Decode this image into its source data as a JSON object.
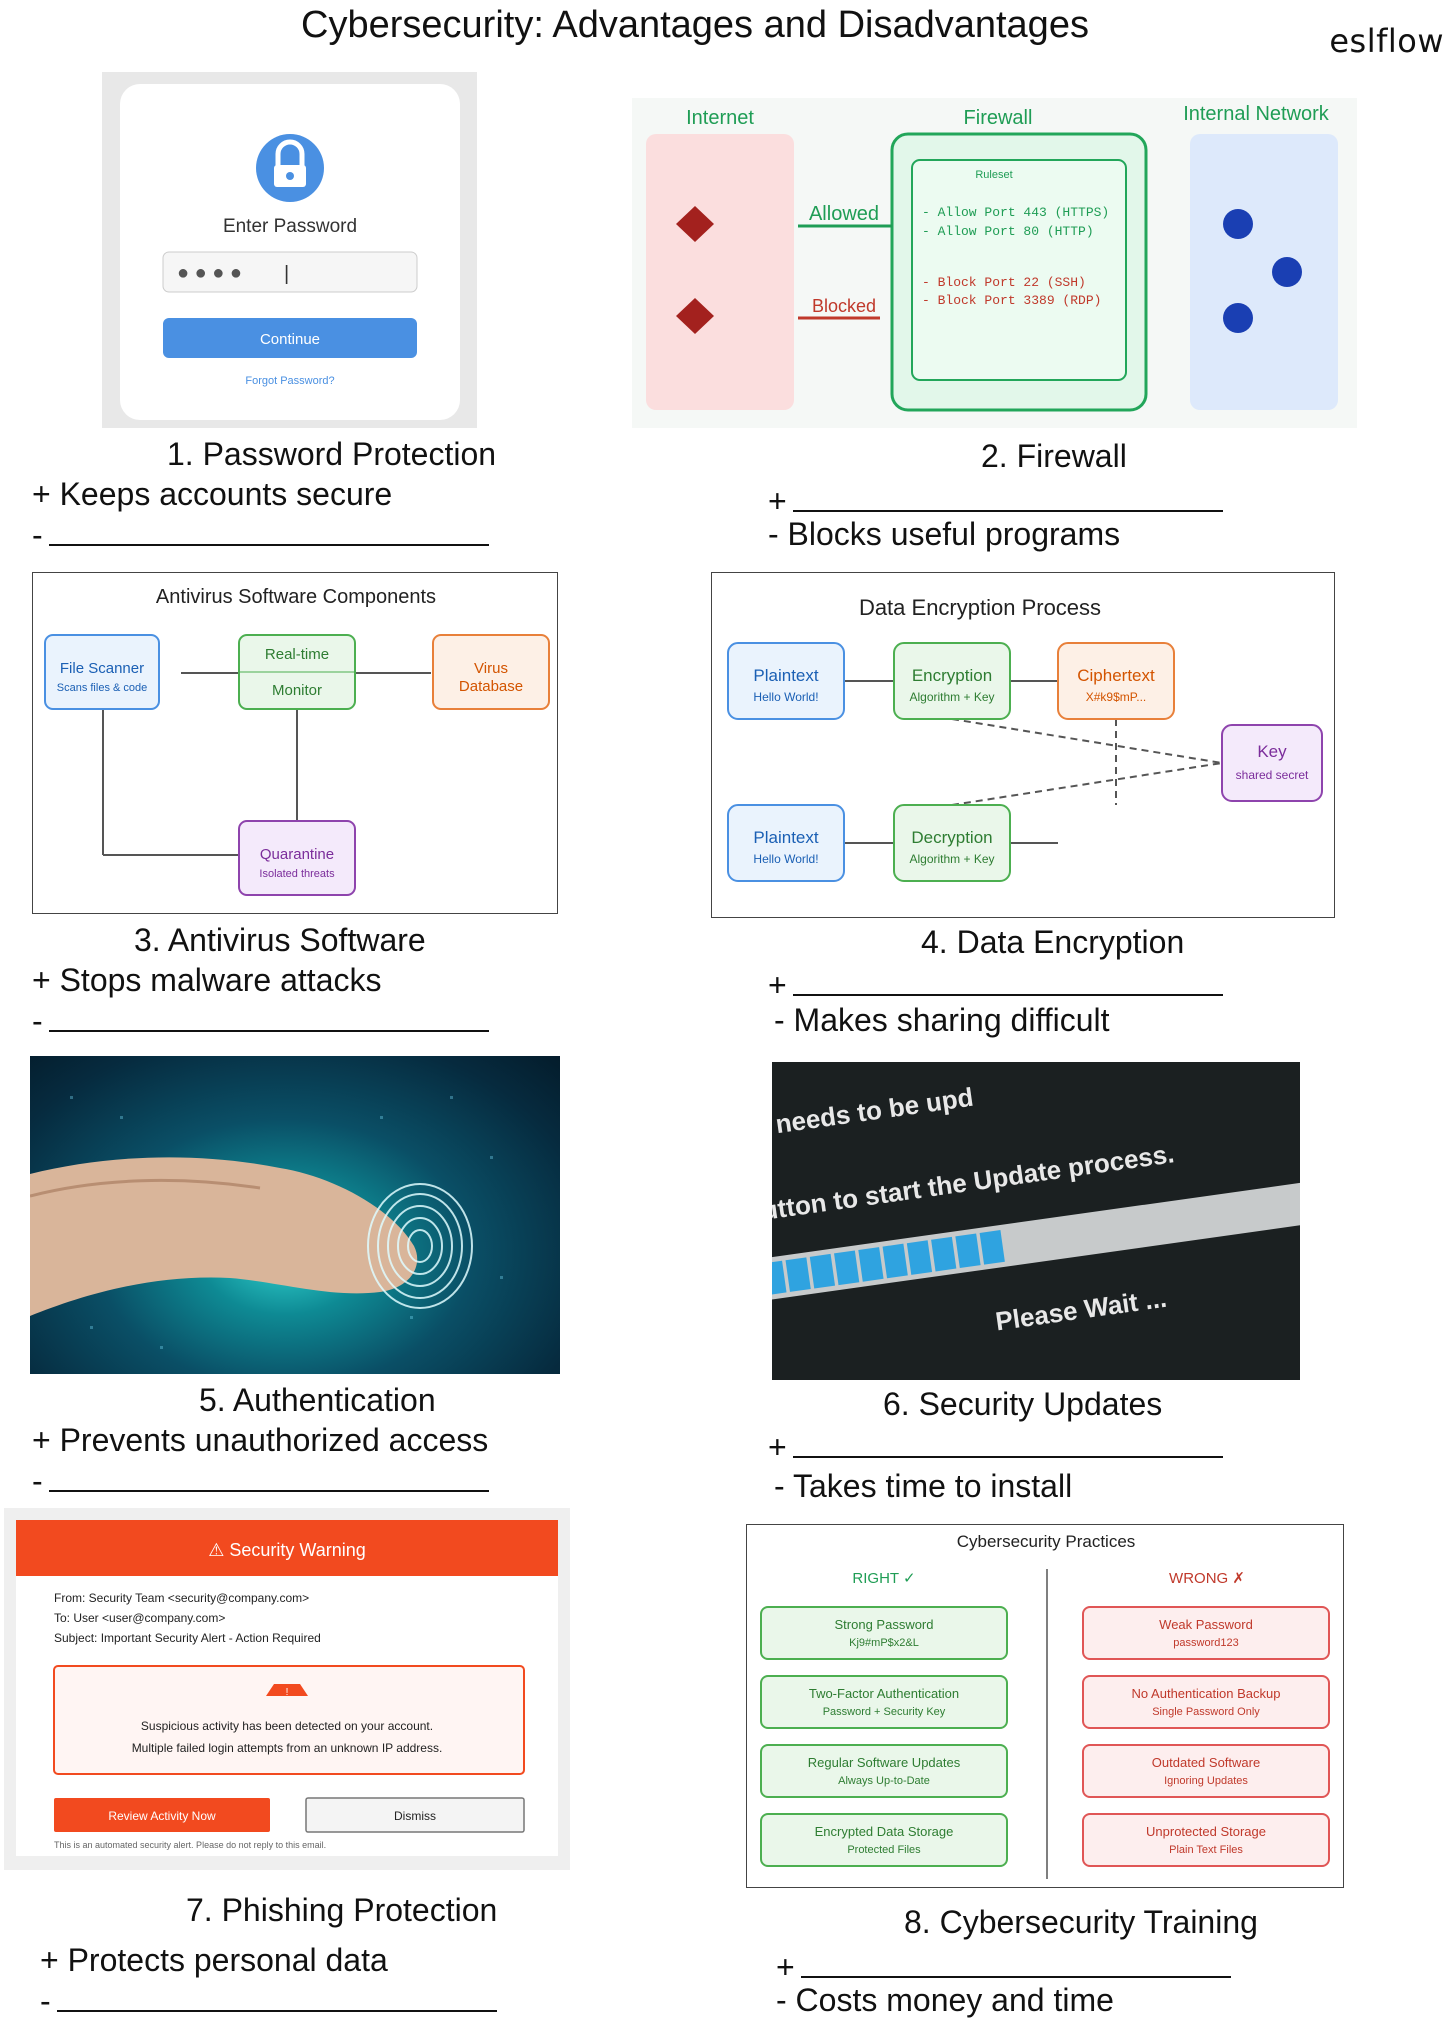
{
  "header": {
    "title": "Cybersecurity: Advantages and Disadvantages",
    "brand": "eslflow"
  },
  "items": [
    {
      "caption": "1. Password Protection",
      "plus": "Keeps accounts secure",
      "minus": ""
    },
    {
      "caption": "2. Firewall",
      "plus": "",
      "minus": "Blocks useful programs"
    },
    {
      "caption": "3. Antivirus Software",
      "plus": "Stops malware attacks",
      "minus": ""
    },
    {
      "caption": "4. Data Encryption",
      "plus": "",
      "minus": "Makes sharing difficult"
    },
    {
      "caption": "5. Authentication",
      "plus": "Prevents unauthorized access",
      "minus": ""
    },
    {
      "caption": "6. Security Updates",
      "plus": "",
      "minus": "Takes time to install"
    },
    {
      "caption": "7. Phishing Protection",
      "plus": "Protects personal data",
      "minus": ""
    },
    {
      "caption": "8. Cybersecurity Training",
      "plus": "",
      "minus": "Costs money and time"
    }
  ],
  "symbols": {
    "plus": "+",
    "minus": "-"
  },
  "password_fig": {
    "heading": "Enter Password",
    "dots": "● ● ● ●",
    "cursor": "|",
    "button": "Continue",
    "link": "Forgot Password?"
  },
  "firewall_fig": {
    "internet": "Internet",
    "firewall": "Firewall",
    "internal": "Internal Network",
    "allowed": "Allowed",
    "blocked": "Blocked",
    "ruleset": "Ruleset",
    "rule1": "- Allow Port 443 (HTTPS)",
    "rule2": "- Allow Port 80 (HTTP)",
    "rule3": "- Block Port 22 (SSH)",
    "rule4": "- Block Port 3389 (RDP)"
  },
  "antivirus_fig": {
    "title": "Antivirus Software Components",
    "scanner": "File Scanner",
    "scanner_sub": "Scans files & code",
    "realtime": "Real-time",
    "monitor": "Monitor",
    "virus": "Virus",
    "database": "Database",
    "quarantine": "Quarantine",
    "quarantine_sub": "Isolated threats"
  },
  "encryption_fig": {
    "title": "Data Encryption Process",
    "plain1": "Plaintext",
    "plain1_sub": "Hello World!",
    "enc": "Encryption",
    "enc_sub": "Algorithm + Key",
    "cipher": "Ciphertext",
    "cipher_sub": "X#k9$mP...",
    "key": "Key",
    "key_sub": "shared secret",
    "plain2": "Plaintext",
    "plain2_sub": "Hello World!",
    "dec": "Decryption",
    "dec_sub": "Algorithm + Key"
  },
  "update_fig": {
    "line1": "e needs to be upd",
    "line2": "utton to start the Update process.",
    "wait": "Please Wait ...",
    "progress": 0.6
  },
  "phishing_fig": {
    "banner": "⚠ Security Warning",
    "from": "From: Security Team <security@company.com>",
    "to": "To: User <user@company.com>",
    "subject": "Subject: Important Security Alert - Action Required",
    "alert1": "Suspicious activity has been detected on your account.",
    "alert2": "Multiple failed login attempts from an unknown IP address.",
    "review": "Review Activity Now",
    "dismiss": "Dismiss",
    "footer": "This is an automated security alert. Please do not reply to this email."
  },
  "training_fig": {
    "title": "Cybersecurity Practices",
    "right": "RIGHT ✓",
    "wrong": "WRONG ✗",
    "right_items": [
      {
        "main": "Strong Password",
        "sub": "Kj9#mP$x2&L"
      },
      {
        "main": "Two-Factor Authentication",
        "sub": "Password + Security Key"
      },
      {
        "main": "Regular Software Updates",
        "sub": "Always Up-to-Date"
      },
      {
        "main": "Encrypted Data Storage",
        "sub": "Protected Files"
      }
    ],
    "wrong_items": [
      {
        "main": "Weak Password",
        "sub": "password123"
      },
      {
        "main": "No Authentication Backup",
        "sub": "Single Password Only"
      },
      {
        "main": "Outdated Software",
        "sub": "Ignoring Updates"
      },
      {
        "main": "Unprotected Storage",
        "sub": "Plain Text Files"
      }
    ]
  },
  "colors": {
    "blue": "#4a90e2",
    "green": "#1f9d55",
    "red": "#c0392b",
    "orange": "#e8572a",
    "purple": "#7b2d9b"
  }
}
